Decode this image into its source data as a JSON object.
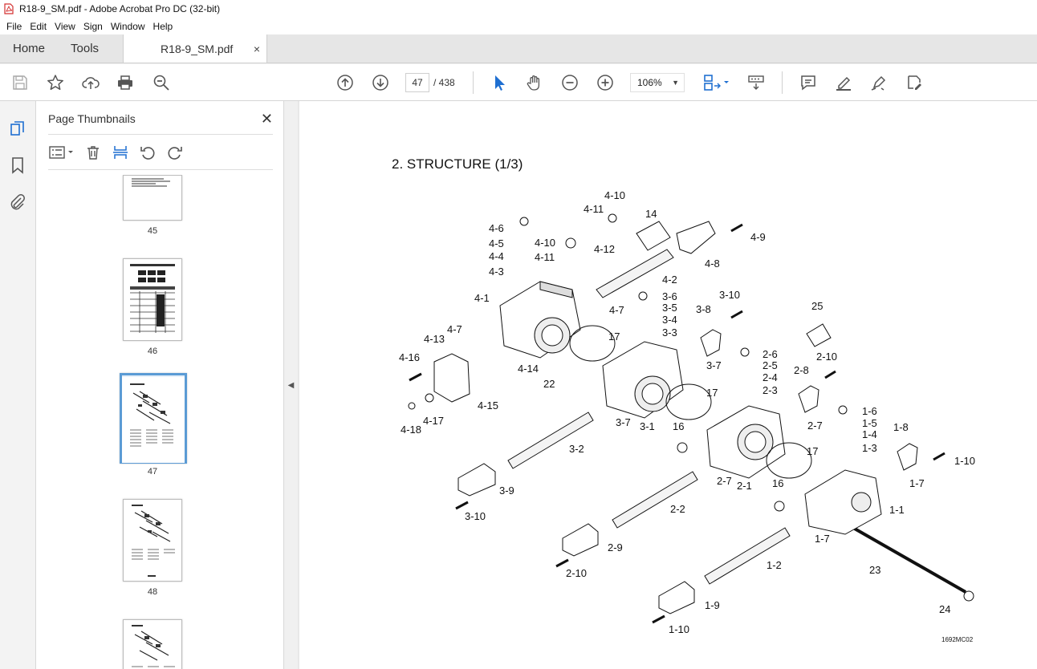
{
  "window": {
    "title": "R18-9_SM.pdf - Adobe Acrobat Pro DC (32-bit)"
  },
  "menu": [
    "File",
    "Edit",
    "View",
    "Sign",
    "Window",
    "Help"
  ],
  "tabs": {
    "home": "Home",
    "tools": "Tools",
    "document": "R18-9_SM.pdf",
    "close": "×"
  },
  "toolbar": {
    "current_page": "47",
    "total_pages": "/ 438",
    "zoom": "106%"
  },
  "panel": {
    "title": "Page Thumbnails",
    "close": "✕",
    "thumbnails": [
      {
        "label": "45"
      },
      {
        "label": "46"
      },
      {
        "label": "47",
        "selected": true
      },
      {
        "label": "48"
      },
      {
        "label": ""
      }
    ]
  },
  "document": {
    "heading": "2. STRUCTURE (1/3)",
    "figure_code": "1692MC02",
    "callouts": [
      "4-10",
      "4-11",
      "14",
      "4-6",
      "4-5",
      "4-10",
      "4-9",
      "4-4",
      "4-11",
      "4-12",
      "4-3",
      "4-8",
      "4-2",
      "3-6",
      "3-10",
      "3-5",
      "4-1",
      "4-7",
      "3-8",
      "3-4",
      "25",
      "3-3",
      "4-7",
      "17",
      "4-13",
      "2-6",
      "4-16",
      "2-10",
      "2-5",
      "3-7",
      "4-14",
      "2-4",
      "2-8",
      "22",
      "17",
      "2-3",
      "4-15",
      "1-6",
      "3-7",
      "2-7",
      "4-17",
      "3-1",
      "1-5",
      "1-8",
      "16",
      "1-4",
      "4-18",
      "3-2",
      "17",
      "1-3",
      "1-10",
      "2-7",
      "1-7",
      "3-9",
      "2-1",
      "16",
      "1-1",
      "3-10",
      "2-2",
      "1-7",
      "2-9",
      "1-2",
      "23",
      "2-10",
      "1-9",
      "24",
      "1-10"
    ]
  },
  "colors": {
    "accent": "#5b9bd5",
    "pdf_red": "#d32f2f",
    "icon_gray": "#555555"
  }
}
